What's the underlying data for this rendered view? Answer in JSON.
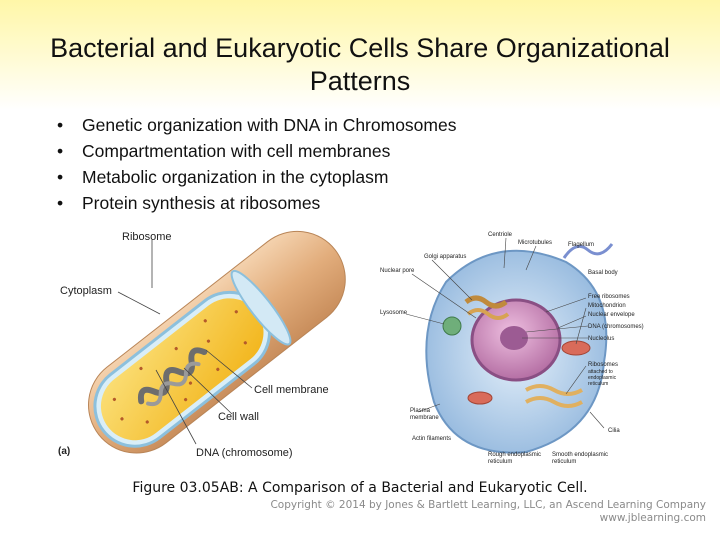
{
  "slide": {
    "title": "Bacterial and Eukaryotic Cells Share Organizational Patterns",
    "bullets": [
      "Genetic organization with DNA in Chromosomes",
      "Compartmentation with cell membranes",
      "Metabolic organization in the cytoplasm",
      "Protein synthesis at ribosomes"
    ]
  },
  "bacterial_figure": {
    "labels": {
      "ribosome": "Ribosome",
      "cytoplasm": "Cytoplasm",
      "cell_membrane": "Cell membrane",
      "cell_wall": "Cell wall",
      "dna": "DNA (chromosome)",
      "panel": "(a)"
    }
  },
  "eukaryotic_figure": {
    "labels": {
      "centriole": "Centriole",
      "microtubules": "Microtubules",
      "flagellum": "Flagellum",
      "golgi": "Golgi apparatus",
      "nuclear_pore": "Nuclear pore",
      "basal_body": "Basal body",
      "free_ribosomes": "Free ribosomes",
      "mitochondrion": "Mitochondrion",
      "nuclear_envelope": "Nuclear envelope",
      "lysosome": "Lysosome",
      "dna": "DNA (chromosomes)",
      "nucleolus": "Nucleolus",
      "ribosomes": "Ribosomes",
      "attached_1": "attached to",
      "attached_2": "endoplasmic",
      "attached_3": "reticulum",
      "plasma_1": "Plasma",
      "plasma_2": "membrane",
      "cilia": "Cilia",
      "actin": "Actin filaments",
      "rough_1": "Rough endoplasmic",
      "rough_2": "reticulum",
      "smooth_1": "Smooth endoplasmic",
      "smooth_2": "reticulum"
    }
  },
  "caption": "Figure 03.05AB: A Comparison of a Bacterial and Eukaryotic Cell.",
  "copyright": {
    "line1": "Copyright © 2014 by Jones & Bartlett Learning, LLC, an Ascend Learning Company",
    "line2": "www.jblearning.com"
  },
  "colors": {
    "title_band": "#fff7a8",
    "cell_wall": "#e8b98a",
    "cytoplasm": "#f7c12e",
    "outer_membrane": "#9fcfe8",
    "eukaryote_body": "#a8c8e8",
    "nucleus": "#c98ab8"
  }
}
